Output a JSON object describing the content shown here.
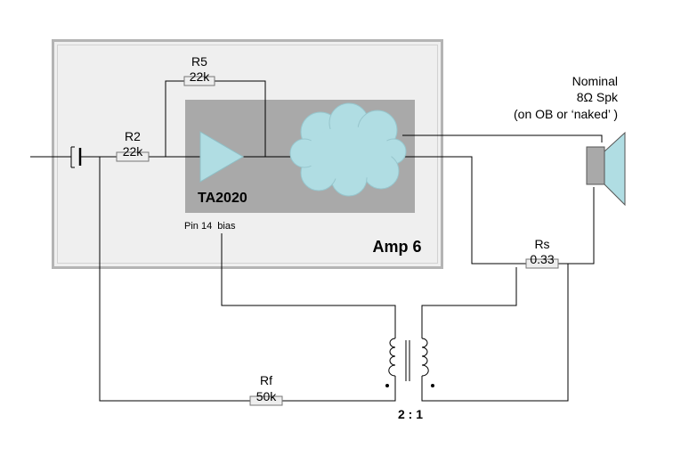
{
  "labels": {
    "r5_name": "R5",
    "r5_value": "22k",
    "r2_name": "R2",
    "r2_value": "22k",
    "chip": "TA2020",
    "pin14": "Pin 14  bias",
    "amp": "Amp 6",
    "spk_line1": "Nominal",
    "spk_line2": "8Ω Spk",
    "spk_line3": "(on OB or ‘naked’ )",
    "rs_name": "Rs",
    "rs_value": "0.33",
    "rf_name": "Rf",
    "rf_value": "50k",
    "ratio": "2 : 1"
  },
  "colors": {
    "panel_fill": "#efefef",
    "panel_border": "#b4b4b4",
    "chip_fill": "#a9a9a9",
    "amp_triangle": "#b0dde3",
    "cloud": "#b0dde3",
    "resistor_fill": "#eeeeee",
    "speaker_magnet": "#a9a9a9",
    "speaker_cone": "#b0dde3"
  }
}
